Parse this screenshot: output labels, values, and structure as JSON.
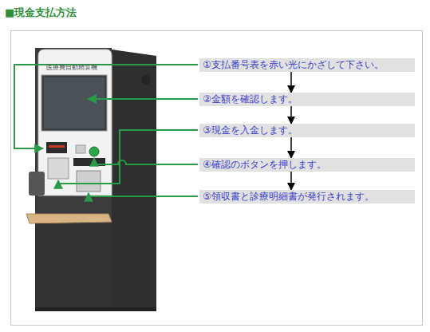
{
  "diagram": {
    "title": "■現金支払方法",
    "nodes": [
      {
        "text": [
          "①支払番号表を赤い光にかざして下さい。"
        ]
      },
      {
        "text": [
          "②金額を確認します。"
        ]
      },
      {
        "text": [
          "③現金を入金します。"
        ]
      },
      {
        "text": [
          "④確認のボタンを押します。"
        ]
      },
      {
        "text": [
          "⑤領収書と診療明細書が発行されます。"
        ]
      }
    ],
    "edges": [
      {
        "from": 0,
        "to": 1,
        "arrow": "to"
      },
      {
        "from": 1,
        "to": 2,
        "arrow": "to"
      },
      {
        "from": 2,
        "to": 3,
        "arrow": "to"
      },
      {
        "from": 3,
        "to": 4,
        "arrow": "to"
      }
    ],
    "labels": [
      "医療費自動精算機"
    ]
  }
}
